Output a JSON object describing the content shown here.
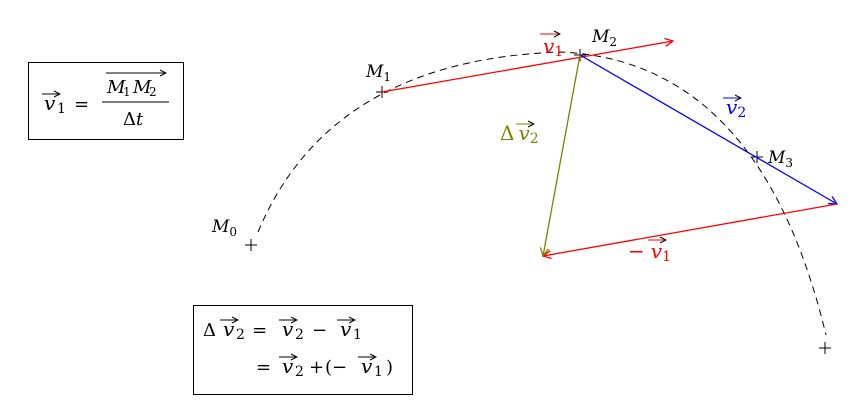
{
  "diagram": {
    "points": {
      "m0": "M0",
      "m1": "M1",
      "m2": "M2",
      "m3": "M3"
    },
    "vectors": {
      "v1": "v1",
      "v2": "v2",
      "minus_v1": "− v1",
      "delta_v2": "Δ v2"
    },
    "formula1": {
      "lhs": "v1",
      "eq": "=",
      "numerator": "M1 M2",
      "denominator": "Δt"
    },
    "formula2": {
      "line1": "Δ v2 = v2 − v1",
      "line2": "= v2 + (− v1)"
    },
    "colors": {
      "v1": "#ff0000",
      "v2": "#0000ff",
      "delta_v2": "#808000",
      "trajectory": "#000000"
    }
  }
}
